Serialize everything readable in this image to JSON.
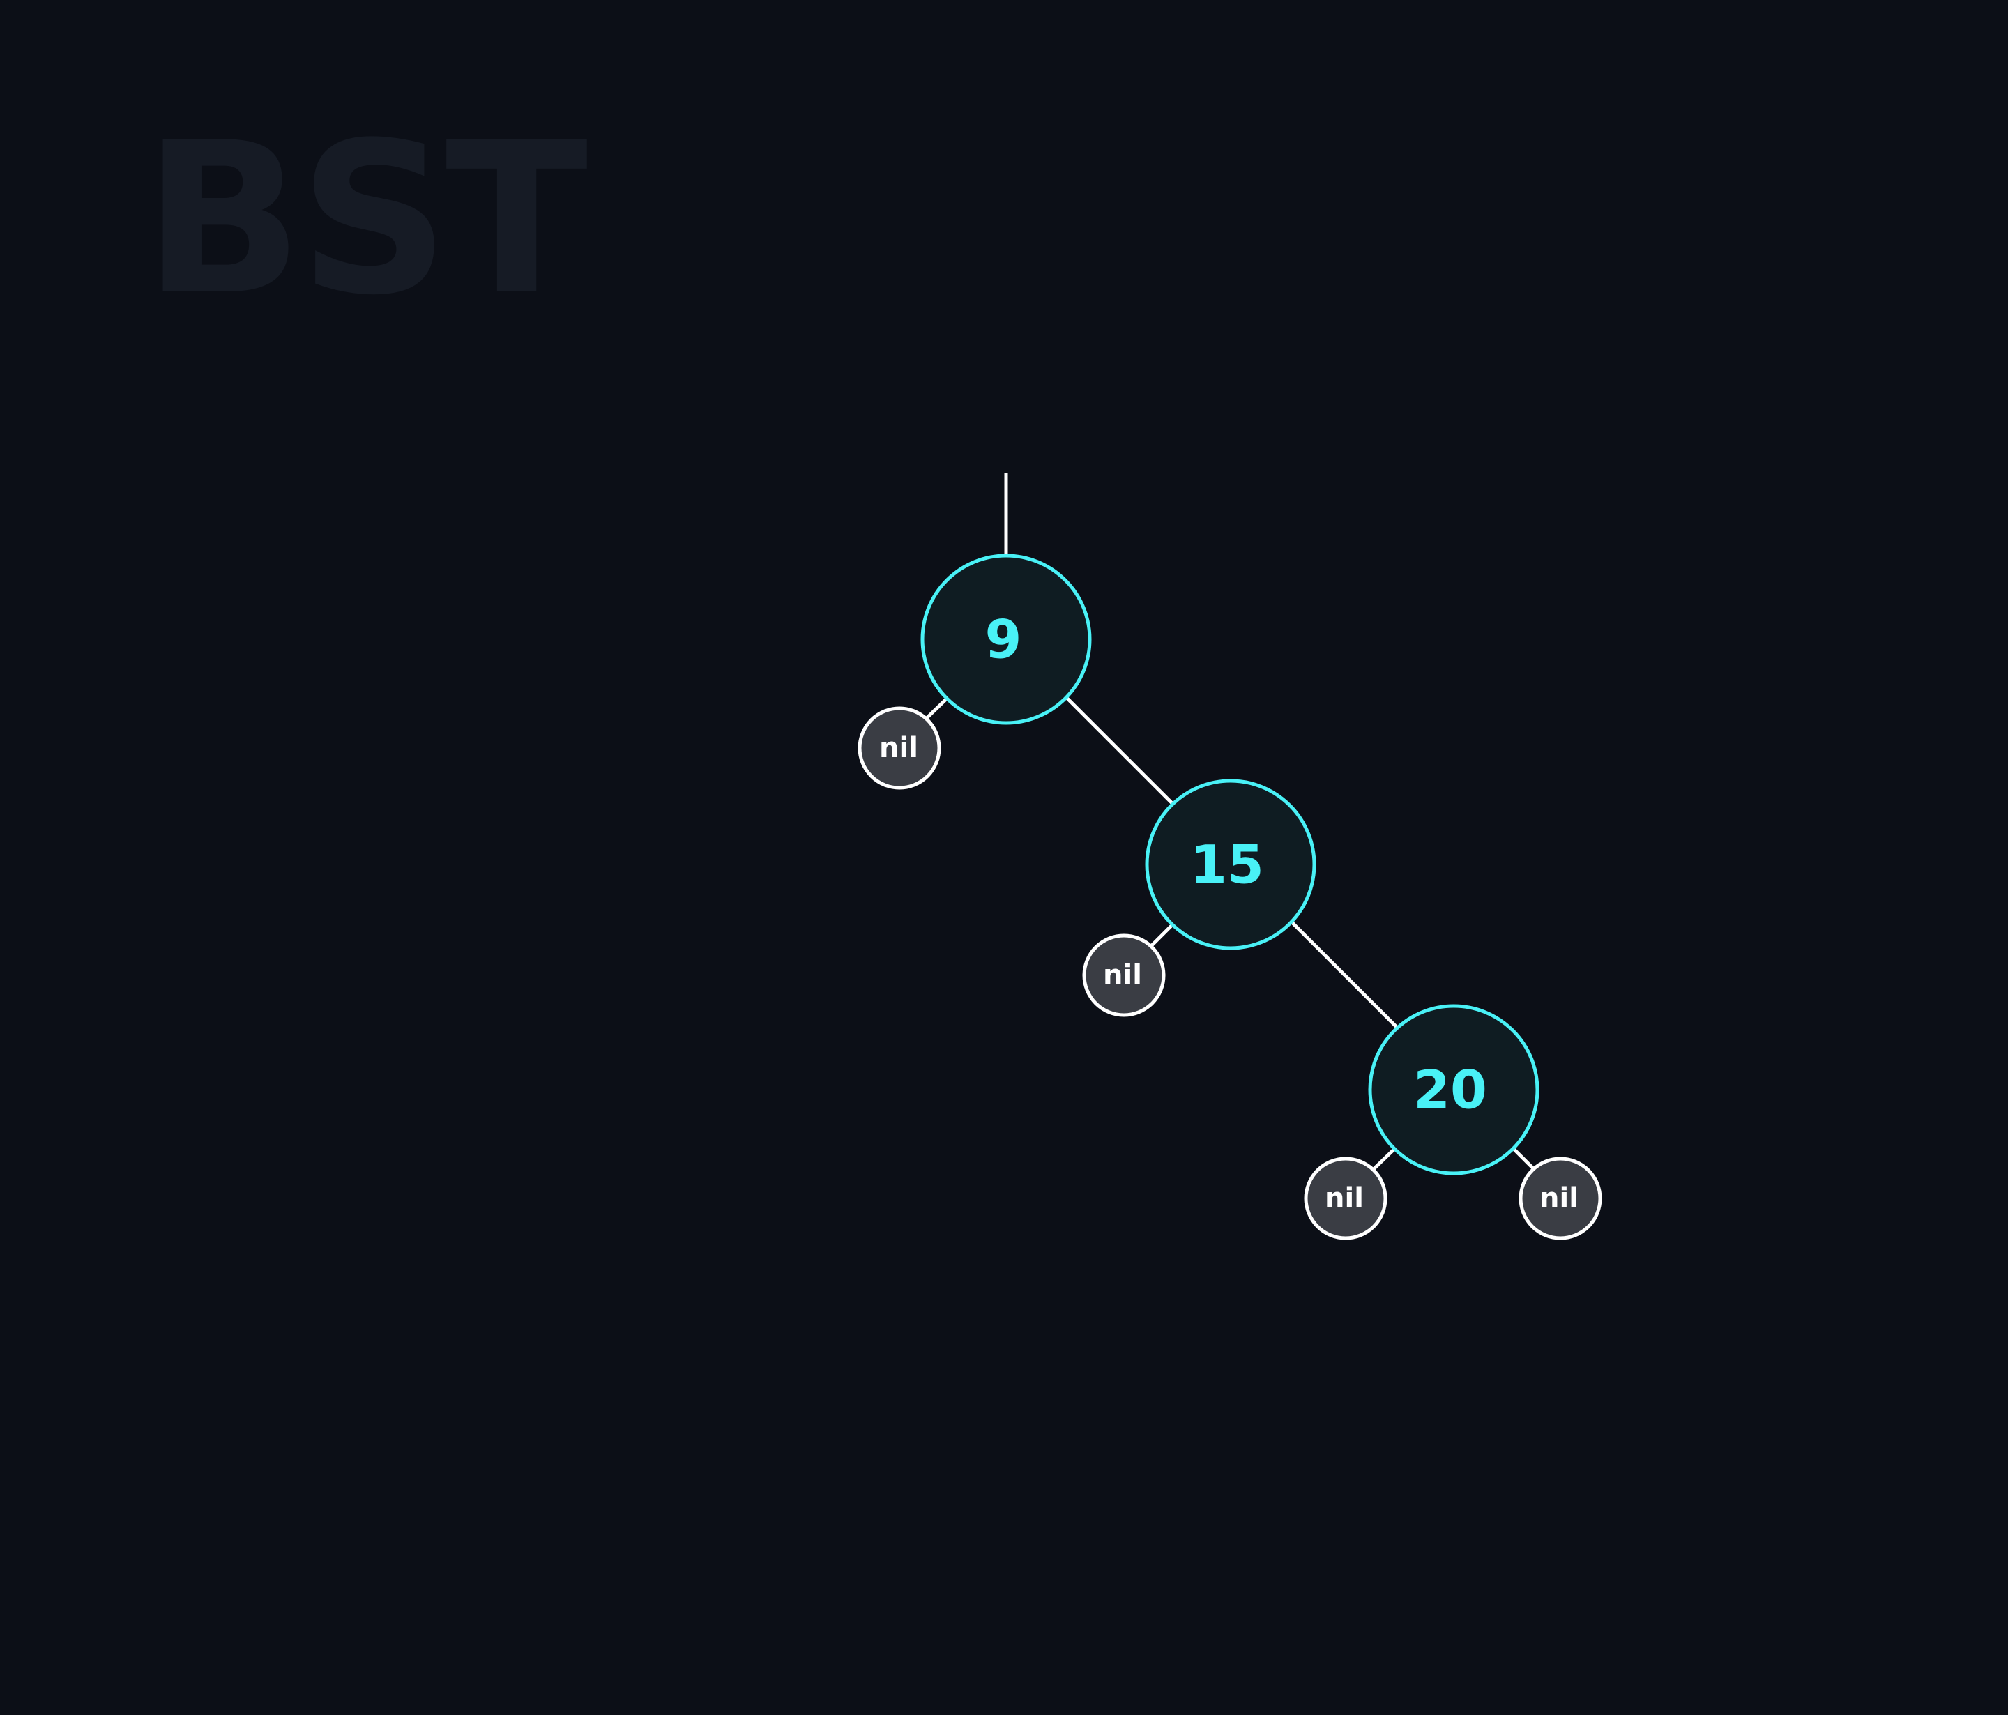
{
  "title": "BST",
  "colors": {
    "background": "#0c0f17",
    "node_stroke": "#49f1f6",
    "node_fill": "#0f1c22",
    "node_text": "#49f1f6",
    "nil_fill": "#3a3d44",
    "nil_stroke": "#ffffff",
    "edge": "#ffffff",
    "watermark": "#161b25"
  },
  "tree": {
    "nodes": [
      {
        "id": "n9",
        "label": "9"
      },
      {
        "id": "n15",
        "label": "15"
      },
      {
        "id": "n20",
        "label": "20"
      }
    ],
    "nil_nodes": [
      {
        "id": "nil-9-left",
        "label": "nil",
        "parent": "n9"
      },
      {
        "id": "nil-15-left",
        "label": "nil",
        "parent": "n15"
      },
      {
        "id": "nil-20-left",
        "label": "nil",
        "parent": "n20"
      },
      {
        "id": "nil-20-right",
        "label": "nil",
        "parent": "n20"
      }
    ],
    "edges": [
      {
        "from": "root",
        "to": "n9"
      },
      {
        "from": "n9",
        "to": "nil-9-left"
      },
      {
        "from": "n9",
        "to": "n15"
      },
      {
        "from": "n15",
        "to": "nil-15-left"
      },
      {
        "from": "n15",
        "to": "n20"
      },
      {
        "from": "n20",
        "to": "nil-20-left"
      },
      {
        "from": "n20",
        "to": "nil-20-right"
      }
    ]
  }
}
